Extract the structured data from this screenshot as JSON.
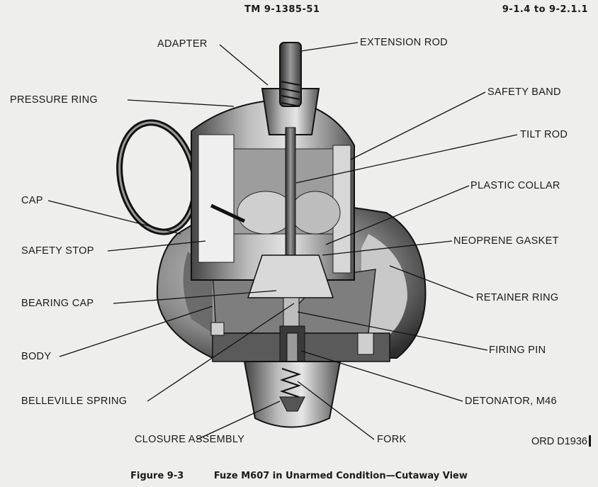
{
  "header": {
    "doc_number": "TM 9-1385-51",
    "page_range": "9-1.4 to 9-2.1.1"
  },
  "labels": {
    "adapter": "ADAPTER",
    "extension_rod": "EXTENSION ROD",
    "pressure_ring": "PRESSURE RING",
    "safety_band": "SAFETY BAND",
    "tilt_rod": "TILT ROD",
    "plastic_collar": "PLASTIC COLLAR",
    "cap": "CAP",
    "neoprene_gasket": "NEOPRENE GASKET",
    "safety_stop": "SAFETY STOP",
    "retainer_ring": "RETAINER RING",
    "bearing_cap": "BEARING CAP",
    "firing_pin": "FIRING PIN",
    "body": "BODY",
    "belleville_spring": "BELLEVILLE SPRING",
    "detonator": "DETONATOR, M46",
    "closure_assembly": "CLOSURE ASSEMBLY",
    "fork": "FORK"
  },
  "drawing_code": "ORD D1936",
  "caption": {
    "number": "Figure 9-3",
    "title": "Fuze M607 in Unarmed Condition—Cutaway View"
  }
}
